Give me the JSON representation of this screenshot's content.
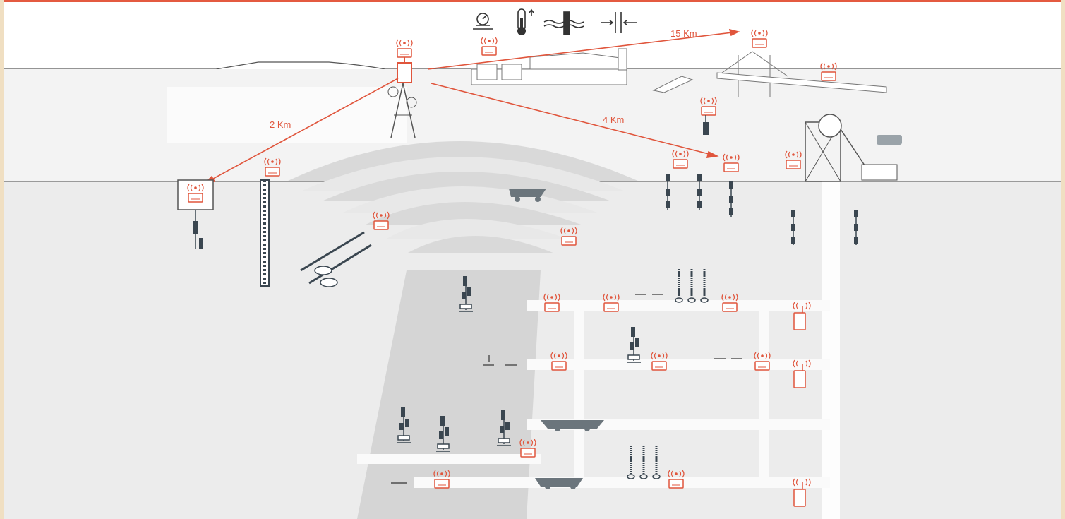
{
  "distances": {
    "d15": "15 Km",
    "d2": "2 Km",
    "d4": "4 Km"
  },
  "legend_icons": [
    "pressure-gauge-icon",
    "thermometer-up-icon",
    "water-level-icon",
    "convergence-icon"
  ],
  "colors": {
    "accent": "#e0553c",
    "ground": "#ececec",
    "sky": "#ffffff",
    "equipment": "#5a6670"
  }
}
